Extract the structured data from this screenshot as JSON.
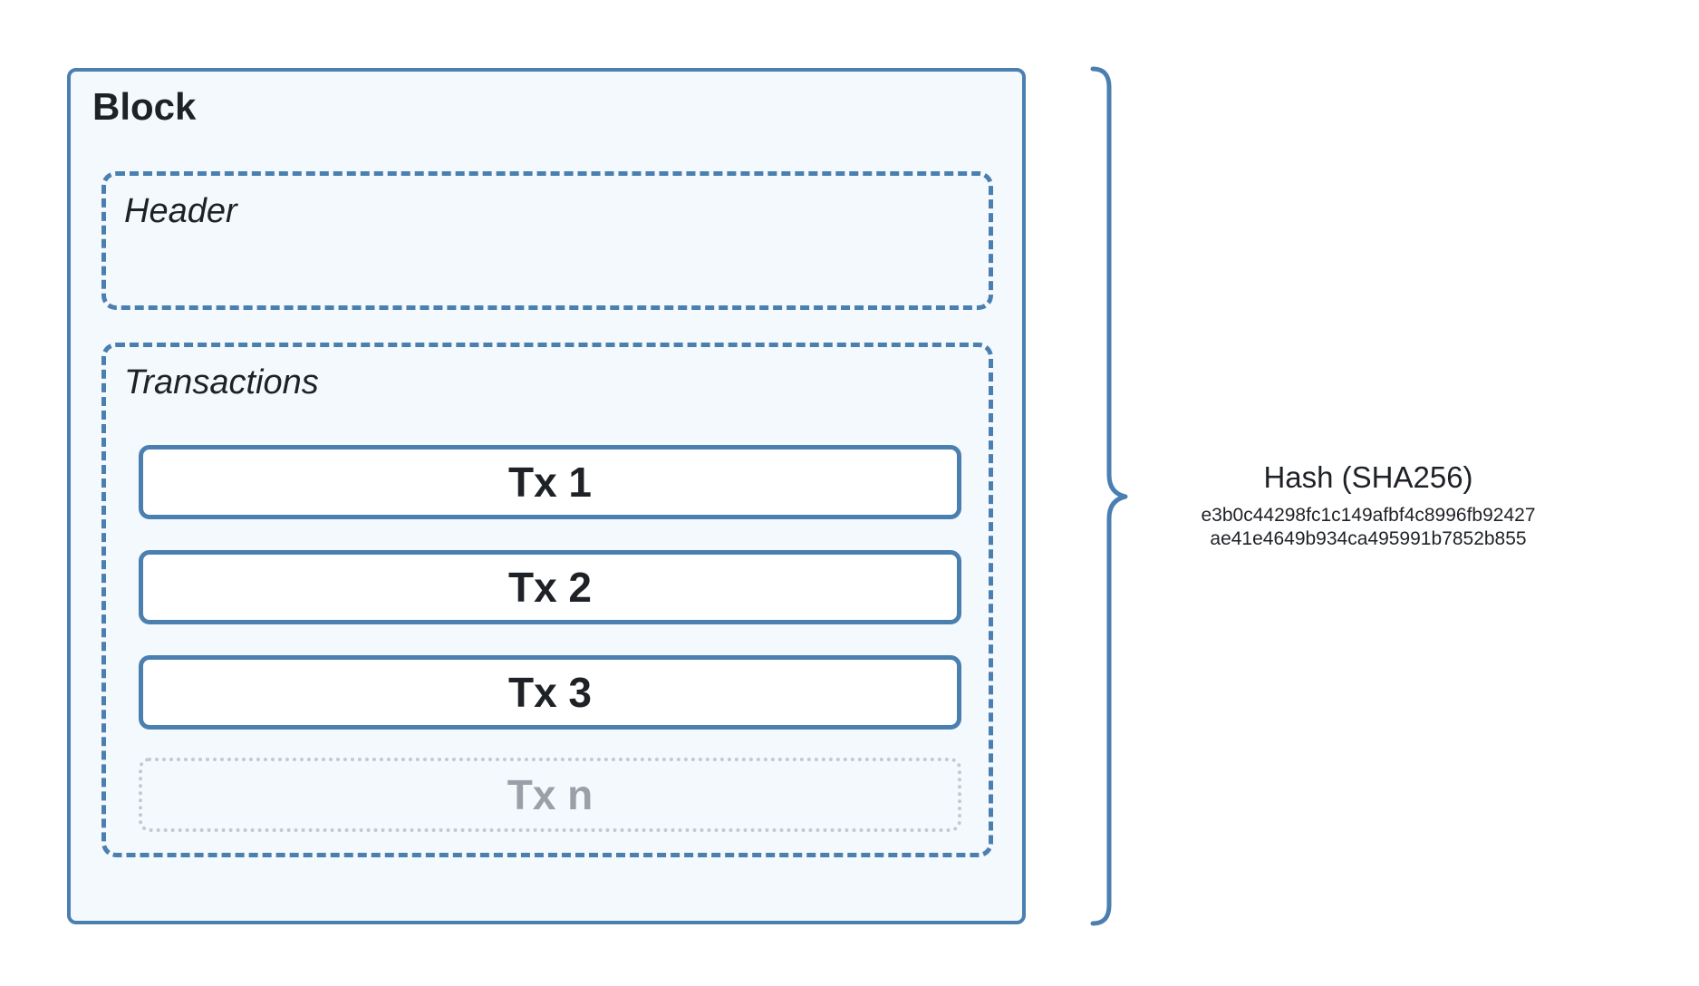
{
  "block": {
    "title": "Block",
    "header": {
      "label": "Header"
    },
    "transactions": {
      "label": "Transactions",
      "items": [
        {
          "label": "Tx 1"
        },
        {
          "label": "Tx 2"
        },
        {
          "label": "Tx 3"
        },
        {
          "label": "Tx n",
          "placeholder": true
        }
      ]
    }
  },
  "hash": {
    "title": "Hash (SHA256)",
    "value_lines": [
      "e3b0c44298fc1c149afbf4c8996fb92427",
      "ae41e4649b934ca495991b7852b855"
    ]
  },
  "colors": {
    "accent": "#4a7fb0",
    "block_fill": "#f4f9fd",
    "text": "#1e2126",
    "muted_text": "#9aa0a8",
    "placeholder_border": "#c3c9d1"
  }
}
